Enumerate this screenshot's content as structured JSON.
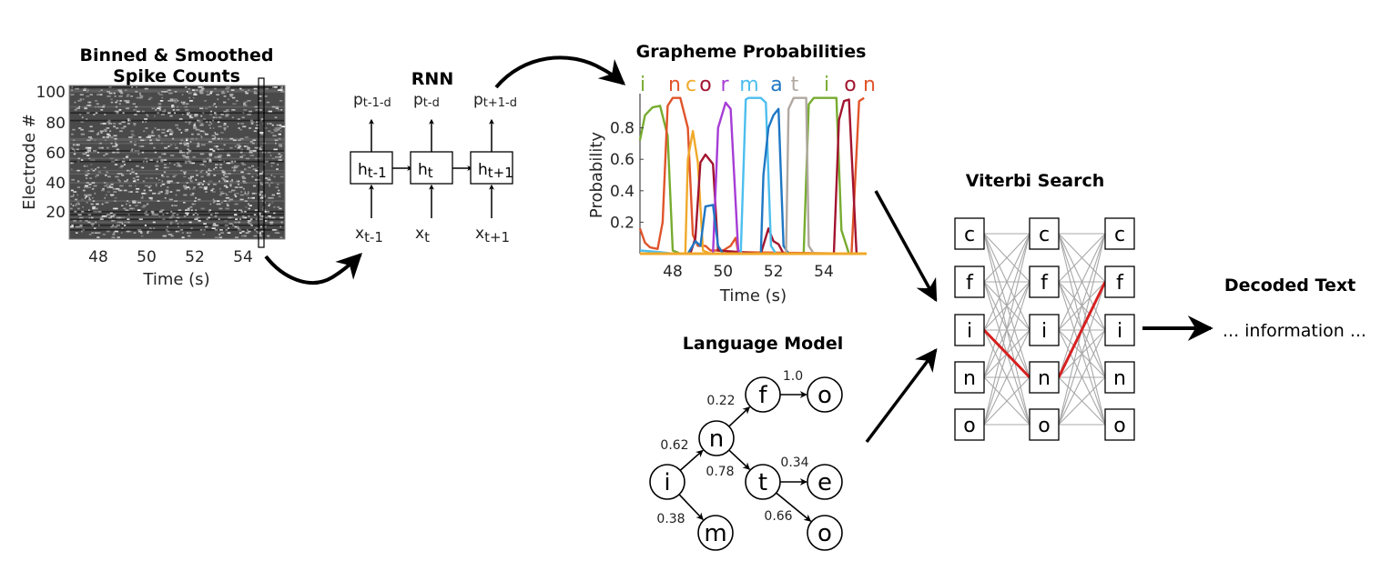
{
  "spike_panel": {
    "title_line1": "Binned & Smoothed",
    "title_line2": "Spike Counts",
    "ylabel": "Electrode #",
    "xlabel": "Time (s)",
    "yticks": [
      "100",
      "80",
      "60",
      "40",
      "20"
    ],
    "xticks": [
      "48",
      "50",
      "52",
      "54"
    ]
  },
  "rnn": {
    "title": "RNN",
    "cells": [
      {
        "h": "h",
        "h_sub": "t-1",
        "x": "x",
        "x_sub": "t-1",
        "p": "p",
        "p_sub": "t-1-d"
      },
      {
        "h": "h",
        "h_sub": "t",
        "x": "x",
        "x_sub": "t",
        "p": "p",
        "p_sub": "t-d"
      },
      {
        "h": "h",
        "h_sub": "t+1",
        "x": "x",
        "x_sub": "t+1",
        "p": "p",
        "p_sub": "t+1-d"
      }
    ]
  },
  "grapheme_panel": {
    "title": "Grapheme Probabilities",
    "letters": [
      {
        "ch": "i",
        "color": "#77ac30"
      },
      {
        "ch": "n",
        "color": "#e0542a"
      },
      {
        "ch": "c",
        "color": "#f0a92a"
      },
      {
        "ch": "o",
        "color": "#a2142f"
      },
      {
        "ch": "r",
        "color": "#a63cd6"
      },
      {
        "ch": "m",
        "color": "#4dbeee"
      },
      {
        "ch": "a",
        "color": "#1f77c4"
      },
      {
        "ch": "t",
        "color": "#b0a8a0"
      },
      {
        "ch": "i",
        "color": "#77ac30"
      },
      {
        "ch": "o",
        "color": "#a2142f"
      },
      {
        "ch": "n",
        "color": "#e0542a"
      }
    ]
  },
  "chart_data": {
    "type": "line",
    "title": "Grapheme Probabilities",
    "xlabel": "Time (s)",
    "ylabel": "Probability",
    "xlim": [
      46.7,
      55.7
    ],
    "ylim": [
      0,
      1
    ],
    "xticks": [
      "48",
      "50",
      "52",
      "54"
    ],
    "yticks": [
      "0.2",
      "0.4",
      "0.6",
      "0.8"
    ],
    "grid": false,
    "series": [
      {
        "name": "i",
        "color": "#77ac30",
        "points": [
          [
            46.7,
            0.72
          ],
          [
            46.9,
            0.88
          ],
          [
            47.2,
            0.93
          ],
          [
            47.5,
            0.94
          ],
          [
            47.8,
            0.75
          ],
          [
            48.0,
            0.02
          ],
          [
            48.3,
            0.0
          ],
          [
            53.2,
            0.0
          ],
          [
            53.4,
            0.95
          ],
          [
            53.6,
            0.99
          ],
          [
            54.0,
            0.99
          ],
          [
            54.5,
            0.99
          ],
          [
            54.7,
            0.15
          ],
          [
            55.0,
            0.0
          ],
          [
            55.7,
            0.0
          ]
        ]
      },
      {
        "name": "n",
        "color": "#e0542a",
        "points": [
          [
            46.7,
            0.16
          ],
          [
            46.9,
            0.07
          ],
          [
            47.1,
            0.04
          ],
          [
            47.4,
            0.03
          ],
          [
            47.6,
            0.2
          ],
          [
            47.8,
            0.94
          ],
          [
            48.0,
            0.99
          ],
          [
            48.3,
            0.99
          ],
          [
            48.6,
            0.8
          ],
          [
            48.8,
            0.12
          ],
          [
            49.0,
            0.05
          ],
          [
            49.3,
            0.05
          ],
          [
            49.5,
            0.02
          ],
          [
            50.0,
            0.02
          ],
          [
            50.3,
            0.05
          ],
          [
            50.5,
            0.1
          ],
          [
            50.6,
            0.01
          ],
          [
            55.1,
            0.0
          ],
          [
            55.4,
            0.97
          ],
          [
            55.6,
            0.99
          ]
        ]
      },
      {
        "name": "c",
        "color": "#f0a92a",
        "points": [
          [
            46.7,
            0.0
          ],
          [
            48.5,
            0.0
          ],
          [
            48.6,
            0.6
          ],
          [
            48.8,
            0.78
          ],
          [
            49.0,
            0.58
          ],
          [
            49.2,
            0.02
          ],
          [
            49.5,
            0.0
          ],
          [
            55.7,
            0.0
          ]
        ]
      },
      {
        "name": "o",
        "color": "#a2142f",
        "points": [
          [
            46.7,
            0.0
          ],
          [
            48.7,
            0.0
          ],
          [
            48.9,
            0.1
          ],
          [
            49.1,
            0.58
          ],
          [
            49.3,
            0.63
          ],
          [
            49.6,
            0.57
          ],
          [
            49.8,
            0.02
          ],
          [
            51.5,
            0.0
          ],
          [
            51.8,
            0.16
          ],
          [
            52.0,
            0.08
          ],
          [
            52.2,
            0.06
          ],
          [
            52.4,
            0.0
          ],
          [
            54.4,
            0.0
          ],
          [
            54.6,
            0.85
          ],
          [
            54.8,
            0.97
          ],
          [
            55.0,
            0.98
          ],
          [
            55.3,
            0.0
          ],
          [
            55.7,
            0.0
          ]
        ]
      },
      {
        "name": "r",
        "color": "#a63cd6",
        "points": [
          [
            46.7,
            0.0
          ],
          [
            49.6,
            0.0
          ],
          [
            49.8,
            0.8
          ],
          [
            50.1,
            0.96
          ],
          [
            50.3,
            0.92
          ],
          [
            50.6,
            0.02
          ],
          [
            50.8,
            0.0
          ],
          [
            55.7,
            0.0
          ]
        ]
      },
      {
        "name": "m",
        "color": "#4dbeee",
        "points": [
          [
            46.7,
            0.02
          ],
          [
            47.5,
            0.01
          ],
          [
            48.0,
            0.0
          ],
          [
            50.7,
            0.0
          ],
          [
            50.9,
            0.98
          ],
          [
            51.0,
            0.99
          ],
          [
            51.5,
            0.99
          ],
          [
            51.7,
            0.96
          ],
          [
            51.9,
            0.05
          ],
          [
            52.1,
            0.0
          ],
          [
            55.7,
            0.0
          ]
        ]
      },
      {
        "name": "a",
        "color": "#1f77c4",
        "points": [
          [
            46.7,
            0.0
          ],
          [
            48.6,
            0.0
          ],
          [
            48.9,
            0.08
          ],
          [
            49.1,
            0.05
          ],
          [
            49.3,
            0.3
          ],
          [
            49.6,
            0.31
          ],
          [
            49.8,
            0.05
          ],
          [
            50.0,
            0.0
          ],
          [
            51.5,
            0.0
          ],
          [
            51.6,
            0.5
          ],
          [
            51.8,
            0.8
          ],
          [
            52.0,
            0.88
          ],
          [
            52.2,
            0.92
          ],
          [
            52.4,
            0.05
          ],
          [
            52.6,
            0.0
          ],
          [
            55.7,
            0.0
          ]
        ]
      },
      {
        "name": "t",
        "color": "#b0a8a0",
        "points": [
          [
            46.7,
            0.0
          ],
          [
            52.5,
            0.0
          ],
          [
            52.6,
            0.92
          ],
          [
            52.8,
            0.99
          ],
          [
            53.3,
            0.99
          ],
          [
            53.4,
            0.05
          ],
          [
            53.6,
            0.0
          ],
          [
            55.7,
            0.0
          ]
        ]
      }
    ]
  },
  "language_model": {
    "title": "Language Model",
    "nodes": [
      {
        "id": "i",
        "label": "i"
      },
      {
        "id": "n",
        "label": "n"
      },
      {
        "id": "m",
        "label": "m"
      },
      {
        "id": "f",
        "label": "f"
      },
      {
        "id": "t",
        "label": "t"
      },
      {
        "id": "o1",
        "label": "o"
      },
      {
        "id": "e",
        "label": "e"
      },
      {
        "id": "o2",
        "label": "o"
      }
    ],
    "edges": [
      {
        "from": "i",
        "to": "n",
        "prob": "0.62"
      },
      {
        "from": "i",
        "to": "m",
        "prob": "0.38"
      },
      {
        "from": "n",
        "to": "f",
        "prob": "0.22"
      },
      {
        "from": "n",
        "to": "t",
        "prob": "0.78"
      },
      {
        "from": "f",
        "to": "o1",
        "prob": "1.0"
      },
      {
        "from": "t",
        "to": "e",
        "prob": "0.34"
      },
      {
        "from": "t",
        "to": "o2",
        "prob": "0.66"
      }
    ]
  },
  "viterbi": {
    "title": "Viterbi Search",
    "states": [
      "c",
      "f",
      "i",
      "n",
      "o"
    ],
    "columns": 3,
    "best_path": [
      "i",
      "n",
      "f"
    ],
    "path_color": "#d62020",
    "edge_color": "#a8a8a8"
  },
  "decoded": {
    "title": "Decoded Text",
    "text": "... information ..."
  }
}
